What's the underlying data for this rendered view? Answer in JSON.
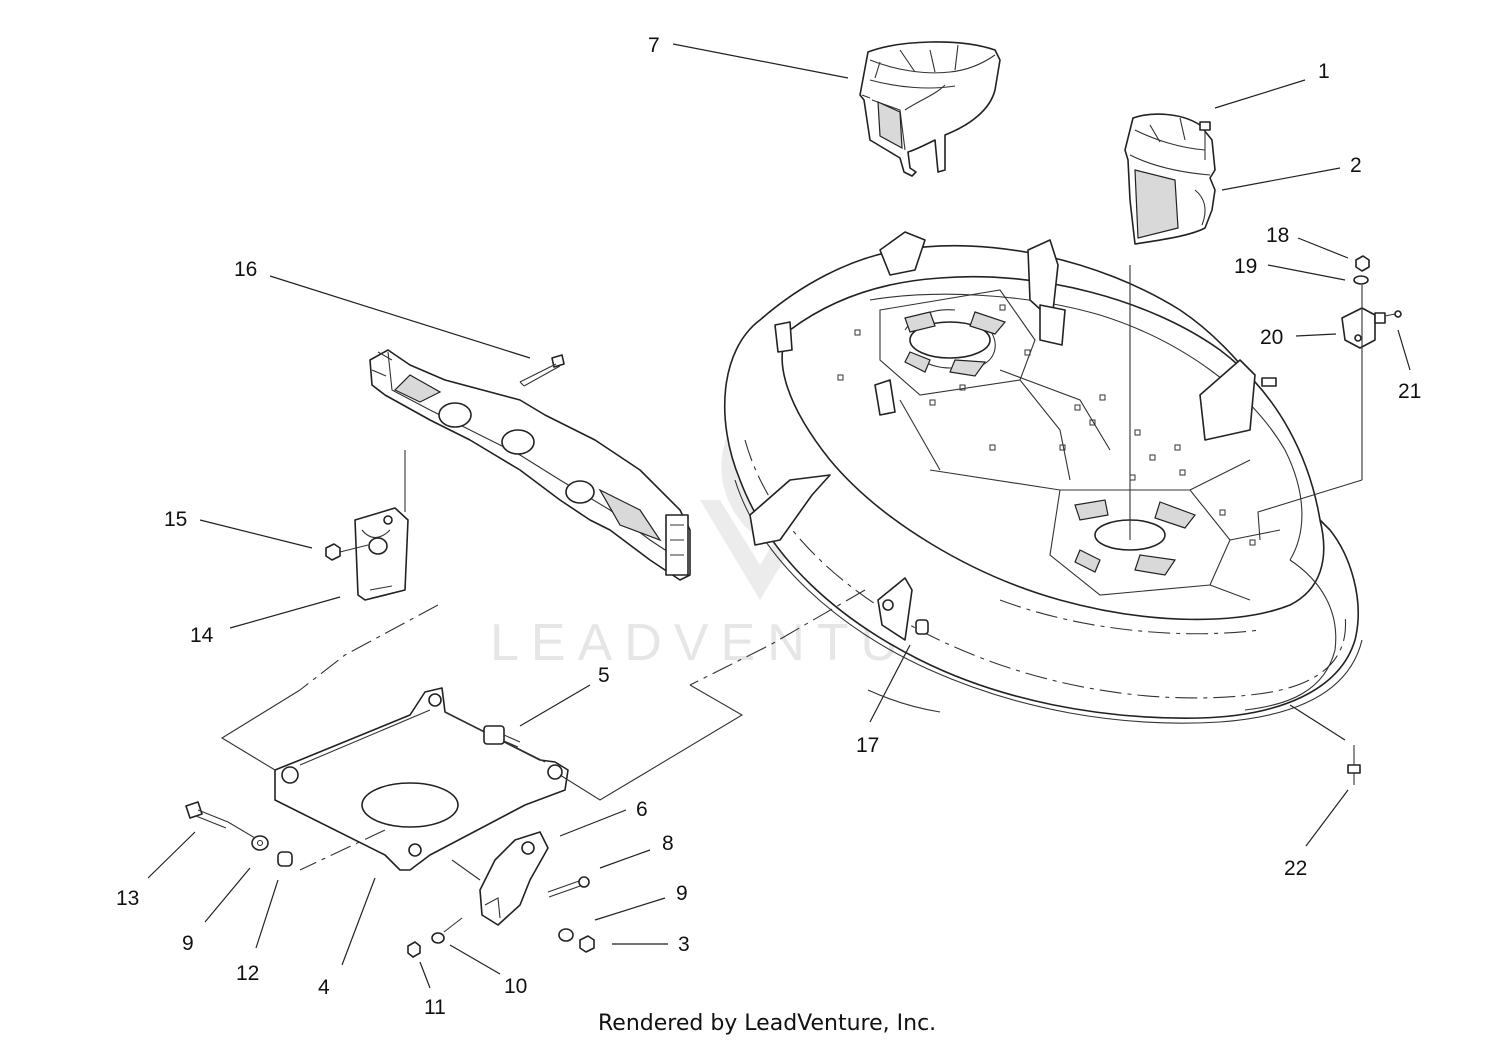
{
  "watermark": "LEADVENTURE",
  "credit": "Rendered by LeadVenture, Inc.",
  "callouts": [
    {
      "id": "c7a",
      "label": "7"
    },
    {
      "id": "c1",
      "label": "1"
    },
    {
      "id": "c2",
      "label": "2"
    },
    {
      "id": "c18",
      "label": "18"
    },
    {
      "id": "c19",
      "label": "19"
    },
    {
      "id": "c20",
      "label": "20"
    },
    {
      "id": "c21",
      "label": "21"
    },
    {
      "id": "c16",
      "label": "16"
    },
    {
      "id": "c15",
      "label": "15"
    },
    {
      "id": "c14",
      "label": "14"
    },
    {
      "id": "c5",
      "label": "5"
    },
    {
      "id": "c17",
      "label": "17"
    },
    {
      "id": "c6",
      "label": "6"
    },
    {
      "id": "c8",
      "label": "8"
    },
    {
      "id": "c9b",
      "label": "9"
    },
    {
      "id": "c3",
      "label": "3"
    },
    {
      "id": "c13",
      "label": "13"
    },
    {
      "id": "c9a",
      "label": "9"
    },
    {
      "id": "c12",
      "label": "12"
    },
    {
      "id": "c4",
      "label": "4"
    },
    {
      "id": "c10",
      "label": "10"
    },
    {
      "id": "c11",
      "label": "11"
    },
    {
      "id": "c22",
      "label": "22"
    }
  ]
}
